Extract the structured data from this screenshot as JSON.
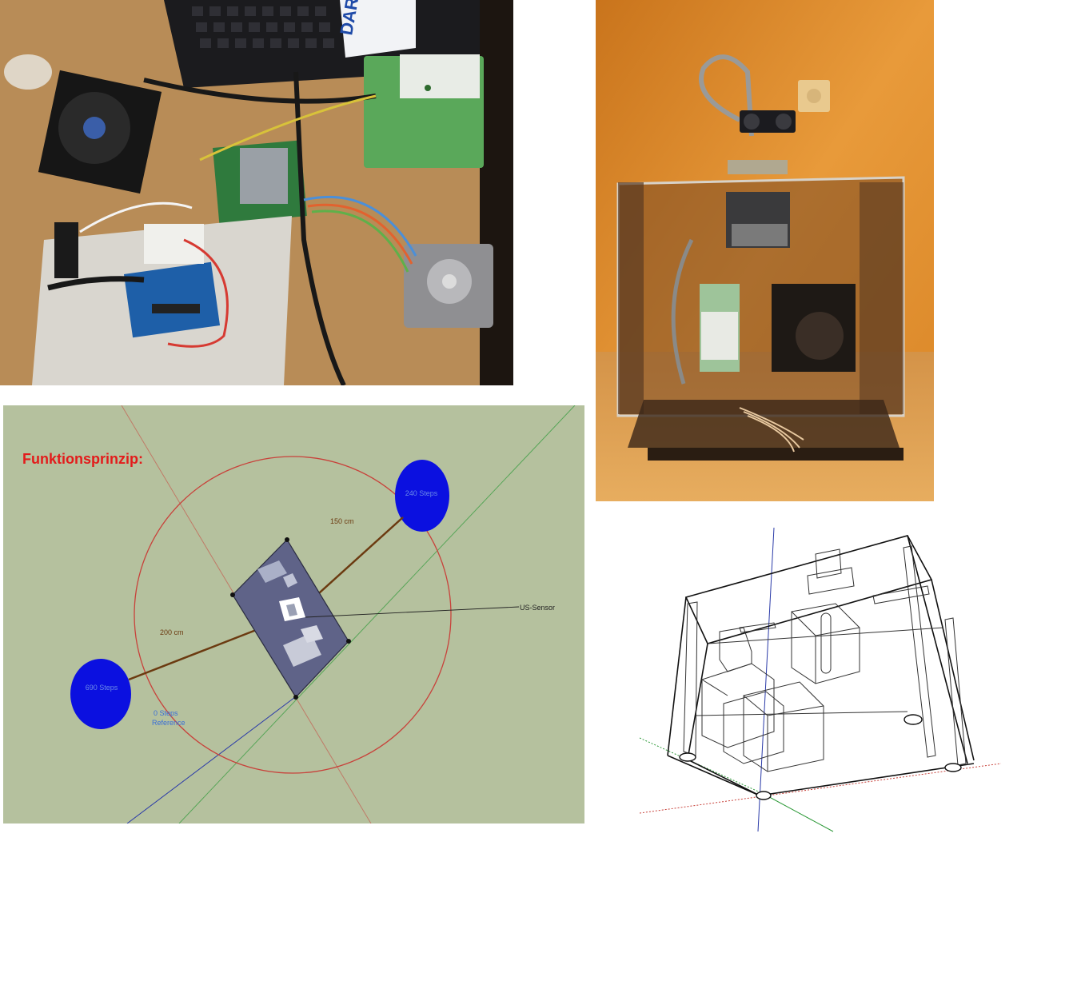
{
  "colors": {
    "diagram_bg": "#b5c19e",
    "title_red": "#e31b1b",
    "circle_red": "#c8423b",
    "reference_blue": "#0b10e0",
    "brown_line": "#6b3a10",
    "label_brown": "#6b3a10",
    "label_blue": "#3a6fd6",
    "desk": "#c89a68",
    "wall": "#d88a2a"
  },
  "photo_desk": {
    "sticker_text": "DARC"
  },
  "diagram": {
    "title": "Funktionsprinzip:",
    "ref_right_label": "240 Steps",
    "ref_left_label": "690 Steps",
    "dist_right_label": "150 cm",
    "dist_left_label": "200 cm",
    "sensor_label": "US-Sensor",
    "zero_label_line1": "0 Steps",
    "zero_label_line2": "Reference"
  }
}
